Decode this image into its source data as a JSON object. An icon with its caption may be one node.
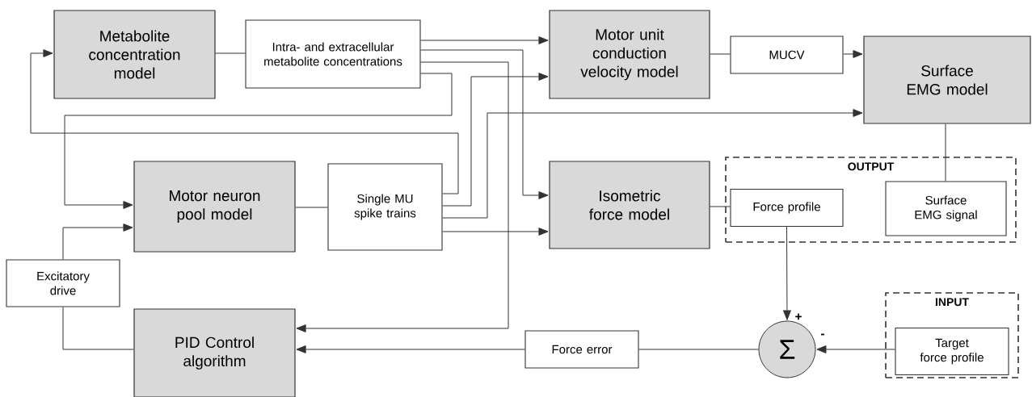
{
  "diagram": {
    "nodes": [
      {
        "text": [
          "Metabolite concentration model"
        ]
      },
      {
        "text": [
          "Intra- and extracellular metabolite concentrations"
        ]
      },
      {
        "text": [
          "Motor unit conduction velocity model"
        ]
      },
      {
        "text": [
          "MUCV"
        ]
      },
      {
        "text": [
          "Surface EMG model"
        ]
      },
      {
        "text": [
          "Motor neuron pool model"
        ]
      },
      {
        "text": [
          "Single MU spike trains"
        ]
      },
      {
        "text": [
          "Isometric force model"
        ]
      },
      {
        "text": [
          "OUTPUT"
        ]
      },
      {
        "text": [
          "Force profile"
        ],
        "in": 8
      },
      {
        "text": [
          "Surface EMG signal"
        ],
        "in": 8
      },
      {
        "text": [
          "Excitatory drive"
        ]
      },
      {
        "text": [
          "PID Control algorithm"
        ]
      },
      {
        "text": [
          "Force error"
        ]
      },
      {
        "text": [
          "Σ"
        ],
        "beside": [
          "+",
          "-"
        ]
      },
      {
        "text": [
          "INPUT"
        ]
      },
      {
        "text": [
          "Target force profile"
        ],
        "in": 15
      }
    ],
    "edges": [
      {
        "from": 0,
        "to": 1,
        "arrow": "none"
      },
      {
        "from": 1,
        "to": 2,
        "arrow": "to"
      },
      {
        "from": 1,
        "to": 7,
        "arrow": "to"
      },
      {
        "from": 1,
        "to": 12,
        "arrow": "to"
      },
      {
        "from": 1,
        "to": 5,
        "arrow": "to"
      },
      {
        "from": 6,
        "to": 0,
        "arrow": "to"
      },
      {
        "from": 6,
        "to": 2,
        "arrow": "to"
      },
      {
        "from": 6,
        "to": 4,
        "arrow": "to"
      },
      {
        "from": 6,
        "to": 7,
        "arrow": "to"
      },
      {
        "from": 5,
        "to": 6,
        "arrow": "none"
      },
      {
        "from": 2,
        "to": 3,
        "arrow": "none"
      },
      {
        "from": 3,
        "to": 4,
        "arrow": "to"
      },
      {
        "from": 4,
        "to": 10,
        "arrow": "none"
      },
      {
        "from": 7,
        "to": 9,
        "arrow": "none"
      },
      {
        "from": 9,
        "to": 14,
        "arrow": "to"
      },
      {
        "from": 16,
        "to": 14,
        "arrow": "to"
      },
      {
        "from": 14,
        "to": 13,
        "arrow": "none"
      },
      {
        "from": 13,
        "to": 12,
        "arrow": "to"
      },
      {
        "from": 12,
        "to": 11,
        "arrow": "none"
      },
      {
        "from": 11,
        "to": 5,
        "arrow": "to"
      }
    ]
  }
}
